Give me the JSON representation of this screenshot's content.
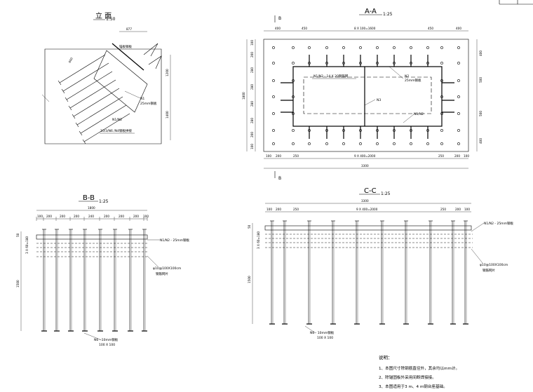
{
  "views": {
    "elevation": {
      "title": "立 面",
      "scale": "1:50",
      "dims": [
        "877",
        "1200",
        "600",
        "1400"
      ],
      "labels": [
        "N1",
        "25mm钢板",
        "N1/N2",
        "10/3/N6 /N4钢板拼接",
        "锚板钢板"
      ]
    },
    "aa": {
      "title": "A-A",
      "scale": "1:25",
      "section_mark": "B",
      "top_dims": [
        "400",
        "450",
        "8 X 100=1600",
        "450",
        "400"
      ],
      "bottom_dims": [
        "100",
        "200",
        "250",
        "9 X 400=2000",
        "250",
        "200",
        "100"
      ],
      "total_width": "3300",
      "left_dims": [
        "100",
        "200",
        "280",
        "280",
        "280",
        "280",
        "200",
        "100"
      ],
      "left_total": "1800",
      "right_dims": [
        "400",
        "500",
        "500",
        "400"
      ],
      "labels": [
        "N2",
        "25mm钢板",
        "N3",
        "N1/N2",
        "N1/N2 - 14 X 20钢筋网"
      ]
    },
    "bb": {
      "title": "B-B",
      "scale": "1:25",
      "total": "1800",
      "dims": [
        "100",
        "200",
        "200",
        "200",
        "240",
        "200",
        "200",
        "200",
        "100"
      ],
      "side_dims": [
        "50",
        "3 X 60=180",
        "1500"
      ],
      "labels": [
        "N1/N2 - 25mm钢板",
        "φ10@100X100cm",
        "钢筋网片",
        "N6 - 10mm钢板",
        "100 X 100"
      ]
    },
    "cc": {
      "title": "C-C",
      "scale": "1:25",
      "total": "3300",
      "dims": [
        "100",
        "200",
        "250",
        "9 X 400=2000",
        "250",
        "200",
        "100"
      ],
      "side_dims": [
        "50",
        "3 X 60=180",
        "1500"
      ],
      "labels": [
        "N1/N2 - 25mm钢板",
        "φ10@100X100cm",
        "钢筋网片",
        "N6 - 10mm钢板",
        "100 X 100"
      ]
    }
  },
  "notes": {
    "heading": "说明：",
    "items": [
      "1、本图尺寸除钢筋直径外，其余均以mm计。",
      "2、除锚固板外采用间断焊接接。",
      "3、本图适用于3 m、4 m钢台座基础。"
    ]
  }
}
